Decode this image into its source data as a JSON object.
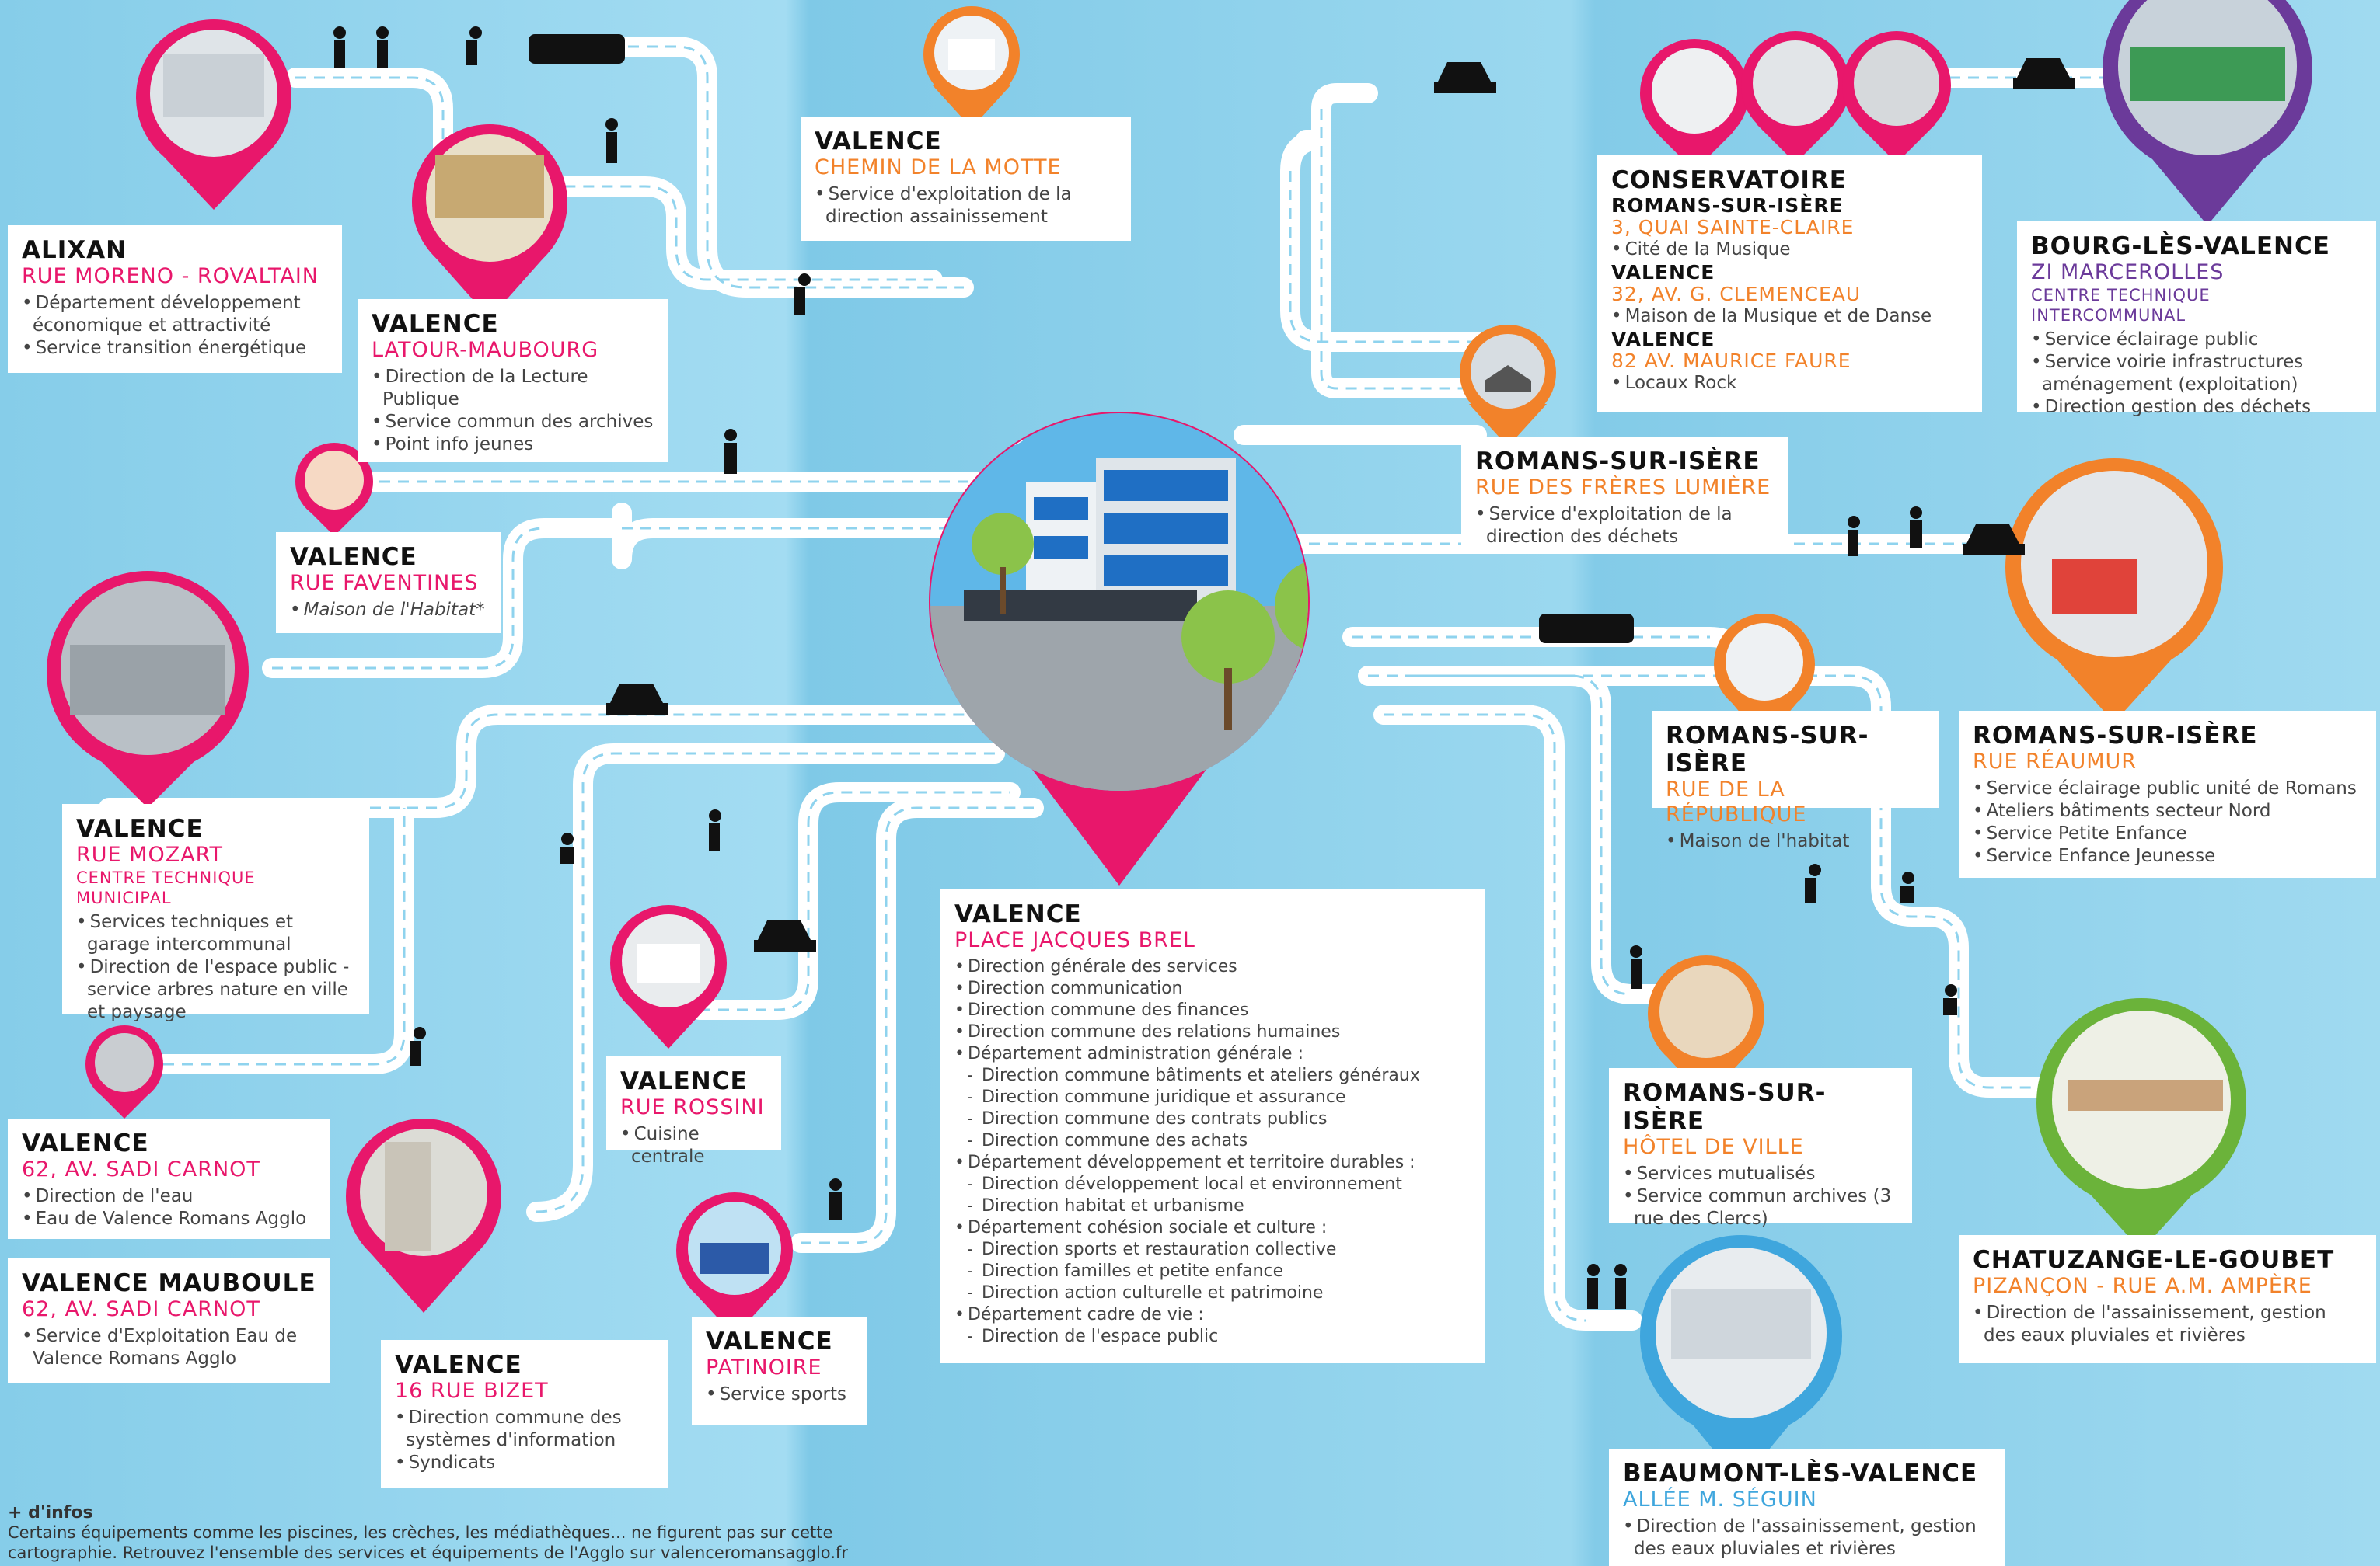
{
  "colors": {
    "pink": "#e8176b",
    "orange": "#f2822a",
    "purple": "#6b3a9a",
    "green": "#6bb33a",
    "blue": "#3fa6dd",
    "road": "#ffffff"
  },
  "cards": {
    "alixan": {
      "city": "ALIXAN",
      "addr": "RUE MORENO - ROVALTAIN",
      "items": [
        "Département développement économique et attractivité",
        "Service transition énergétique"
      ]
    },
    "latour": {
      "city": "VALENCE",
      "addr": "LATOUR-MAUBOURG",
      "items": [
        "Direction de la Lecture Publique",
        "Service commun des archives",
        "Point info jeunes"
      ]
    },
    "motte": {
      "city": "VALENCE",
      "addr": "CHEMIN DE LA MOTTE",
      "items": [
        "Service d'exploitation de la direction assainissement"
      ]
    },
    "faventines": {
      "city": "VALENCE",
      "addr": "RUE FAVENTINES",
      "items": [
        "Maison de l'Habitat*"
      ]
    },
    "mozart": {
      "city": "VALENCE",
      "addr": "RUE MOZART",
      "sub": "CENTRE TECHNIQUE MUNICIPAL",
      "items": [
        "Services techniques et garage intercommunal",
        "Direction de l'espace public - service arbres nature en ville et paysage"
      ]
    },
    "sadi": {
      "city": "VALENCE",
      "addr": "62, AV. SADI CARNOT",
      "items": [
        "Direction de l'eau",
        "Eau de Valence Romans Agglo"
      ]
    },
    "mauboule": {
      "city": "VALENCE MAUBOULE",
      "addr": "62, AV. SADI CARNOT",
      "items": [
        "Service d'Exploitation Eau de Valence Romans Agglo"
      ]
    },
    "bizet": {
      "city": "VALENCE",
      "addr": "16 RUE BIZET",
      "items": [
        "Direction commune des systèmes d'information",
        "Syndicats"
      ]
    },
    "rossini": {
      "city": "VALENCE",
      "addr": "RUE ROSSINI",
      "items": [
        "Cuisine centrale"
      ]
    },
    "patinoire": {
      "city": "VALENCE",
      "addr": "PATINOIRE",
      "items": [
        "Service sports"
      ]
    },
    "brel": {
      "city": "VALENCE",
      "addr": "PLACE JACQUES BREL",
      "lines": [
        {
          "t": "Direction générale des services",
          "d": false
        },
        {
          "t": "Direction communication",
          "d": false
        },
        {
          "t": "Direction commune des finances",
          "d": false
        },
        {
          "t": "Direction commune des relations humaines",
          "d": false
        },
        {
          "t": "Département administration générale :",
          "d": false
        },
        {
          "t": "Direction commune bâtiments et ateliers généraux",
          "d": true
        },
        {
          "t": "Direction commune juridique et assurance",
          "d": true
        },
        {
          "t": "Direction commune des contrats publics",
          "d": true
        },
        {
          "t": "Direction commune des achats",
          "d": true
        },
        {
          "t": "Département développement et territoire durables :",
          "d": false
        },
        {
          "t": "Direction développement local et environnement",
          "d": true
        },
        {
          "t": "Direction habitat et urbanisme",
          "d": true
        },
        {
          "t": "Département cohésion sociale et culture :",
          "d": false
        },
        {
          "t": "Direction sports et restauration collective",
          "d": true
        },
        {
          "t": "Direction familles et petite enfance",
          "d": true
        },
        {
          "t": "Direction action culturelle et patrimoine",
          "d": true
        },
        {
          "t": "Département cadre de vie :",
          "d": false
        },
        {
          "t": "Direction de l'espace public",
          "d": true
        }
      ]
    },
    "conservatoire": {
      "city": "CONSERVATOIRE",
      "c1": "ROMANS-SUR-ISÈRE",
      "a1": "3, QUAI SAINTE-CLAIRE",
      "i1": "Cité de la Musique",
      "c2": "VALENCE",
      "a2": "32, AV. G. CLEMENCEAU",
      "i2": "Maison de la Musique et de Danse",
      "c3": "VALENCE",
      "a3": "82 AV. MAURICE FAURE",
      "i3": "Locaux Rock"
    },
    "freres": {
      "city": "ROMANS-SUR-ISÈRE",
      "addr": "RUE DES FRÈRES LUMIÈRE",
      "items": [
        "Service d'exploitation de la direction des déchets"
      ]
    },
    "bourg": {
      "city": "BOURG-LÈS-VALENCE",
      "addr": "ZI MARCEROLLES",
      "sub": "CENTRE TECHNIQUE INTERCOMMUNAL",
      "items": [
        "Service éclairage public",
        "Service voirie infrastructures aménagement (exploitation)",
        "Direction gestion des déchets"
      ]
    },
    "republique": {
      "city": "ROMANS-SUR-ISÈRE",
      "addr": "RUE DE LA RÉPUBLIQUE",
      "items": [
        "Maison de l'habitat"
      ]
    },
    "reaumur": {
      "city": "ROMANS-SUR-ISÈRE",
      "addr": "RUE RÉAUMUR",
      "items": [
        "Service éclairage public unité de Romans",
        "Ateliers bâtiments secteur Nord",
        "Service Petite Enfance",
        "Service Enfance Jeunesse"
      ]
    },
    "hotel": {
      "city": "ROMANS-SUR-ISÈRE",
      "addr": "HÔTEL DE VILLE",
      "items": [
        "Services mutualisés",
        "Service commun archives (3 rue des Clercs)"
      ]
    },
    "chatuzange": {
      "city": "CHATUZANGE-LE-GOUBET",
      "addr": "PIZANÇON - RUE A.M. AMPÈRE",
      "items": [
        "Direction de l'assainissement, gestion des eaux pluviales et rivières"
      ]
    },
    "beaumont": {
      "city": "BEAUMONT-LÈS-VALENCE",
      "addr": "ALLÉE M. SÉGUIN",
      "items": [
        "Direction de l'assainissement, gestion des eaux pluviales et rivières"
      ]
    }
  },
  "infos": {
    "heading": "+ d'infos",
    "text": "Certains équipements comme les piscines, les crèches, les médiathèques... ne figurent pas sur cette cartographie. Retrouvez l'ensemble des services et équipements de l'Agglo sur valenceromansagglo.fr"
  }
}
